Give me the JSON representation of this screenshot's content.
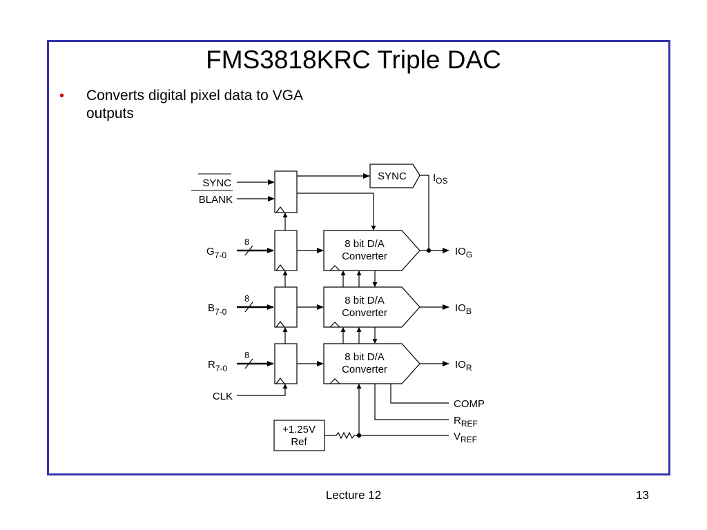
{
  "slide": {
    "title": "FMS3818KRC Triple DAC",
    "bullet": "Converts digital pixel data to VGA outputs",
    "footer": "Lecture 12",
    "page_number": "13",
    "frame_color": "#3333aa",
    "bullet_color": "#cc0000"
  },
  "diagram": {
    "inputs": {
      "sync": "SYNC",
      "blank": "BLANK",
      "g": "G",
      "g_sub": "7-0",
      "b": "B",
      "b_sub": "7-0",
      "r": "R",
      "r_sub": "7-0",
      "clk": "CLK",
      "bus_width": "8"
    },
    "sync_box": "SYNC",
    "ios": "I",
    "ios_sub": "OS",
    "dac_line1": "8 bit D/A",
    "dac_line2": "Converter",
    "outputs": {
      "io": "IO",
      "g_sub": "G",
      "b_sub": "B",
      "r_sub": "R"
    },
    "comp": "COMP",
    "rref": "R",
    "rref_sub": "REF",
    "vref": "V",
    "vref_sub": "REF",
    "ref_line1": "+1.25V",
    "ref_line2": "Ref"
  }
}
